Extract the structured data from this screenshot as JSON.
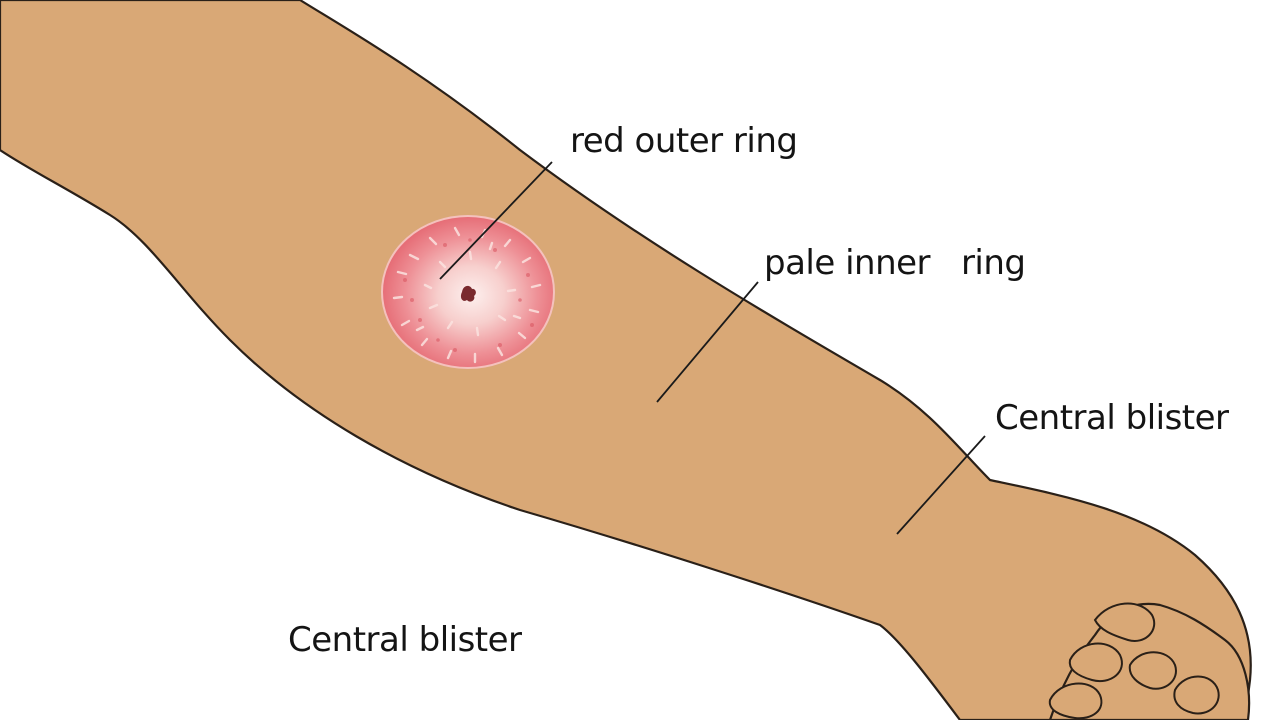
{
  "labels": {
    "red_outer_ring": "red outer ring",
    "pale_inner_ring": "pale inner   ring",
    "central_blister_right": "Central blister",
    "central_blister_bottom": "Central blister"
  },
  "colors": {
    "background": "#ffffff",
    "skin": "#d9a876",
    "skin_outline": "#2a2018",
    "rash_outer": "#e8737a",
    "rash_inner": "#f6c9c7",
    "rash_center": "#fbe6e3",
    "blister": "#7a2a2e",
    "leader_line": "#1a1a1a",
    "text": "#141414"
  }
}
